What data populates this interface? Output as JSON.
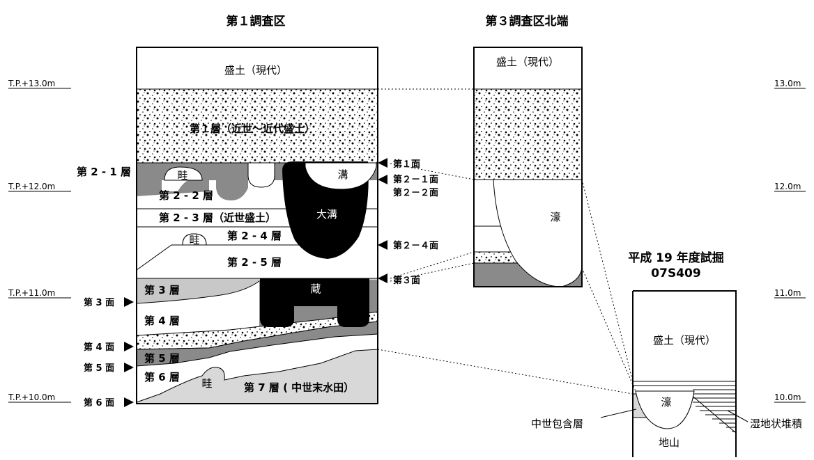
{
  "titles": {
    "area1": "第１調査区",
    "area3": "第３調査区北端",
    "trial_line1": "平成 19 年度試掘",
    "trial_line2": "07S409"
  },
  "elevations": {
    "left": [
      "T.P.+13.0m",
      "T.P.+12.0m",
      "T.P.+11.0m",
      "T.P.+10.0m"
    ],
    "right": [
      "13.0m",
      "12.0m",
      "11.0m",
      "10.0m"
    ]
  },
  "area1": {
    "fill_modern": "盛土（現代）",
    "layer1": "第１層（近世～近代盛土）",
    "layer2_1": "第 2 - 1 層",
    "ridge": "畦",
    "ditch": "溝",
    "layer2_2": "第 2 - 2 層",
    "big_ditch": "大溝",
    "layer2_3": "第 2 - 3 層（近世盛土）",
    "ridge2": "畦",
    "layer2_4": "第 2 - 4 層",
    "layer2_5": "第 2 - 5 層",
    "layer3": "第 3 層",
    "storehouse": "蔵",
    "layer4": "第 4 層",
    "layer5": "第 5 層",
    "layer6": "第 6 層",
    "ridge3": "畦",
    "layer7": "第 7 層 ( 中世末水田）"
  },
  "faces_left": [
    "第 3 面",
    "第 4 面",
    "第 5 面",
    "第 6 面"
  ],
  "faces_right": [
    "第１面",
    "第２－１面",
    "第２－２面",
    "第２－４面",
    "第３面"
  ],
  "area3": {
    "fill_modern": "盛土（現代）",
    "moat": "濠"
  },
  "trial": {
    "fill_modern": "盛土（現代）",
    "moat": "濠",
    "medieval_layer": "中世包含層",
    "wetland": "湿地状堆積",
    "ground": "地山"
  }
}
